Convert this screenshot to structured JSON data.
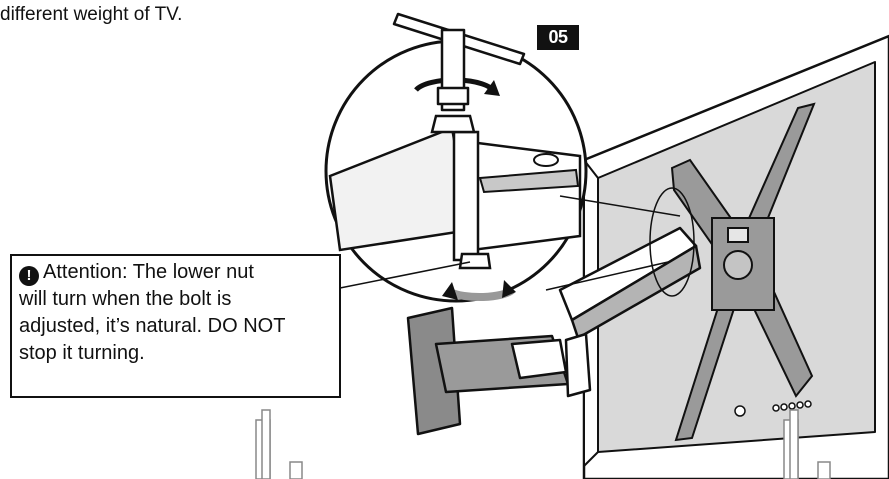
{
  "intro_text": "different weight of TV.",
  "step_number": "05",
  "attention": {
    "icon": "exclamation-circle-icon",
    "lines": [
      "Attention: The lower nut",
      "will turn when the bolt is",
      "adjusted, it’s natural. DO NOT",
      "stop it turning."
    ]
  },
  "colors": {
    "ink": "#111111",
    "tv_screen": "#d9d9d9",
    "tv_bezel": "#ffffff",
    "mount_plate": "#9a9a9a"
  }
}
